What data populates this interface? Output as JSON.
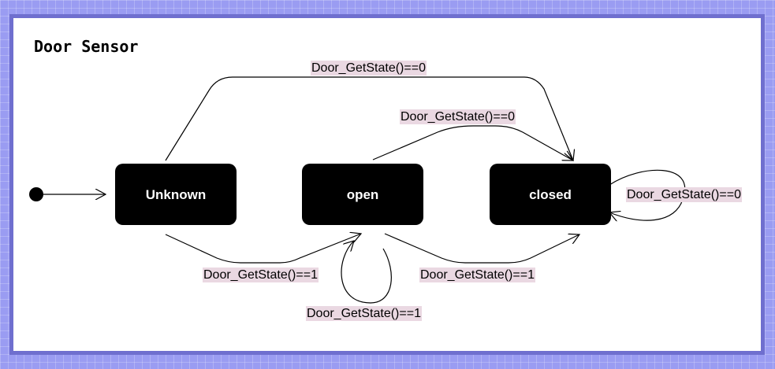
{
  "title": "Door Sensor",
  "states": {
    "unknown": "Unknown",
    "open": "open",
    "closed": "closed"
  },
  "transitions": {
    "unknown_to_closed": "Door_GetState()==0",
    "open_to_closed": "Door_GetState()==0",
    "closed_self": "Door_GetState()==0",
    "unknown_to_open": "Door_GetState()==1",
    "open_self": "Door_GetState()==1",
    "closed_to_open": "Door_GetState()==1"
  },
  "colors": {
    "background": "#9a9cf2",
    "frame_border": "#6f6fcf",
    "state_fill": "#000000",
    "label_highlight": "#ead8e2"
  }
}
